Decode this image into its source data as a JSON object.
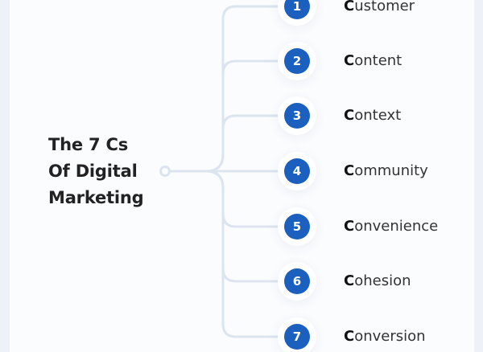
{
  "diagram": {
    "title_lines": [
      "The 7 Cs",
      "Of Digital",
      "Marketing"
    ],
    "accent_color": "#1b5fbf",
    "line_color": "#dce4f0",
    "items": [
      {
        "number": "1",
        "initial": "C",
        "rest": "ustomer",
        "label": "Customer"
      },
      {
        "number": "2",
        "initial": "C",
        "rest": "ontent",
        "label": "Content"
      },
      {
        "number": "3",
        "initial": "C",
        "rest": "ontext",
        "label": "Context"
      },
      {
        "number": "4",
        "initial": "C",
        "rest": "ommunity",
        "label": "Community"
      },
      {
        "number": "5",
        "initial": "C",
        "rest": "onvenience",
        "label": "Convenience"
      },
      {
        "number": "6",
        "initial": "C",
        "rest": "ohesion",
        "label": "Cohesion"
      },
      {
        "number": "7",
        "initial": "C",
        "rest": "onversion",
        "label": "Conversion"
      }
    ]
  }
}
